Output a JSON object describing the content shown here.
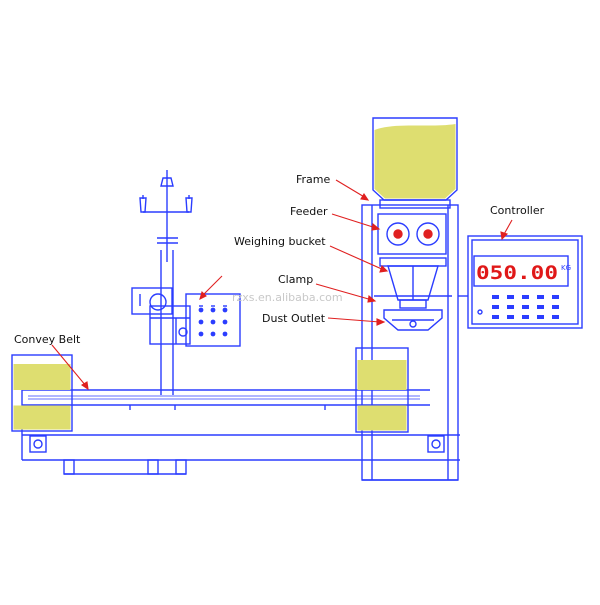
{
  "colors": {
    "line": "#2b3dff",
    "material": "#dede70",
    "label_text": "#111111",
    "leader": "#e02020",
    "display_digits": "#e01818"
  },
  "labels": {
    "frame": "Frame",
    "feeder": "Feeder",
    "weighing_bucket": "Weighing bucket",
    "controller": "Controller",
    "clamp": "Clamp",
    "dust_outlet": "Dust Outlet",
    "convey_belt": "Convey Belt"
  },
  "controller": {
    "display_value": "050.00",
    "unit": "KG"
  },
  "watermark": "rzxs.en.alibaba.com"
}
